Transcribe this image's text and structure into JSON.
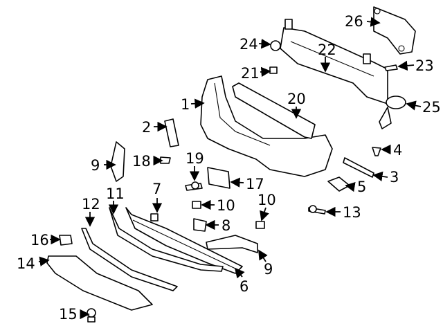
{
  "diagram": {
    "callouts": [
      "1",
      "2",
      "3",
      "4",
      "5",
      "6",
      "7",
      "8",
      "9",
      "9",
      "10",
      "10",
      "11",
      "12",
      "13",
      "14",
      "15",
      "16",
      "17",
      "18",
      "19",
      "20",
      "21",
      "22",
      "23",
      "24",
      "25",
      "26"
    ],
    "parts": [
      "bumper-cover",
      "bracket-2",
      "trim-strip-3",
      "clip-4",
      "sensor-5",
      "grille-6",
      "screw-7",
      "bracket-8",
      "side-bracket-9-left",
      "side-bracket-9-right",
      "nut-10-a",
      "nut-10-b",
      "lower-trim-11",
      "strip-12",
      "push-pin-13",
      "skid-plate-14",
      "clip-15",
      "nut-16",
      "license-bracket-17",
      "bolt-18",
      "push-pin-19",
      "energy-absorber-20",
      "bolt-21",
      "reinforcement-bar-22",
      "bolt-23",
      "nut-24",
      "tow-hook-25",
      "mount-bracket-26"
    ]
  }
}
